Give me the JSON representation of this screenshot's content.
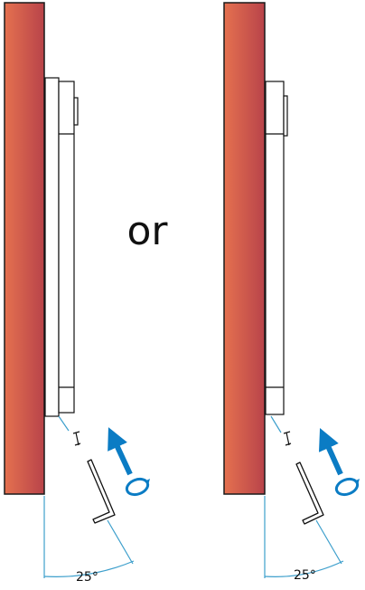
{
  "separator_text": "or",
  "angle_labels": [
    "25°",
    "25°"
  ],
  "colors": {
    "wall_light": "#e5714f",
    "wall_dark": "#b8434a",
    "dimension_line": "#3d9fcc",
    "arrow": "#0b7cc4",
    "outline": "#111111"
  },
  "icons": {
    "install_direction": "arrow-up-right-icon",
    "rotation": "rotate-icon",
    "tool": "hex-key-icon",
    "fastener": "screw-icon"
  }
}
